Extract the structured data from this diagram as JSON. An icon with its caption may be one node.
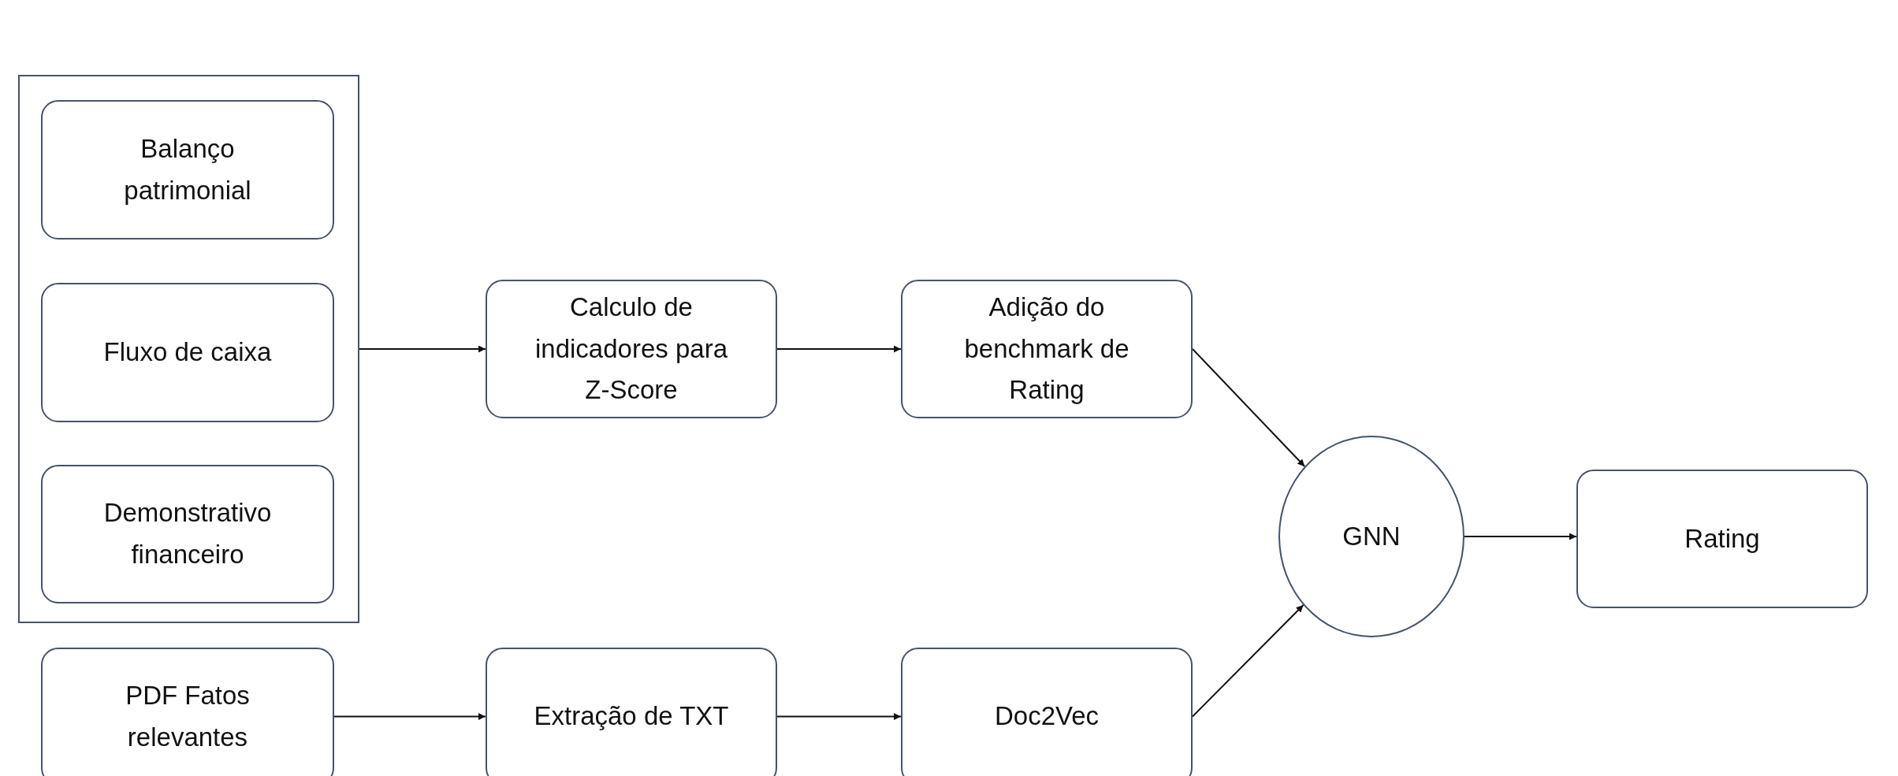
{
  "diagram": {
    "nodes": [
      {
        "text": [],
        "shape": "box"
      },
      {
        "text": [
          "Balanço patrimonial"
        ],
        "in": 0
      },
      {
        "text": [
          "Fluxo de caixa"
        ],
        "in": 0
      },
      {
        "text": [
          "Demonstrativo financeiro"
        ],
        "in": 0
      },
      {
        "text": [
          "PDF Fatos relevantes"
        ]
      },
      {
        "text": [
          "Calculo de indicadores para Z-Score"
        ]
      },
      {
        "text": [
          "Adição do benchmark de Rating"
        ]
      },
      {
        "text": [
          "Extração de TXT"
        ]
      },
      {
        "text": [
          "Doc2Vec"
        ]
      },
      {
        "text": [
          "GNN"
        ]
      },
      {
        "text": [
          "Rating"
        ]
      }
    ],
    "edges": [
      {
        "from": 0,
        "to": 5,
        "arrow": "to"
      },
      {
        "from": 5,
        "to": 6,
        "arrow": "to"
      },
      {
        "from": 6,
        "to": 9,
        "arrow": "to"
      },
      {
        "from": 4,
        "to": 7,
        "arrow": "to"
      },
      {
        "from": 7,
        "to": 8,
        "arrow": "to"
      },
      {
        "from": 8,
        "to": 9,
        "arrow": "to"
      },
      {
        "from": 9,
        "to": 10,
        "arrow": "to"
      }
    ]
  }
}
